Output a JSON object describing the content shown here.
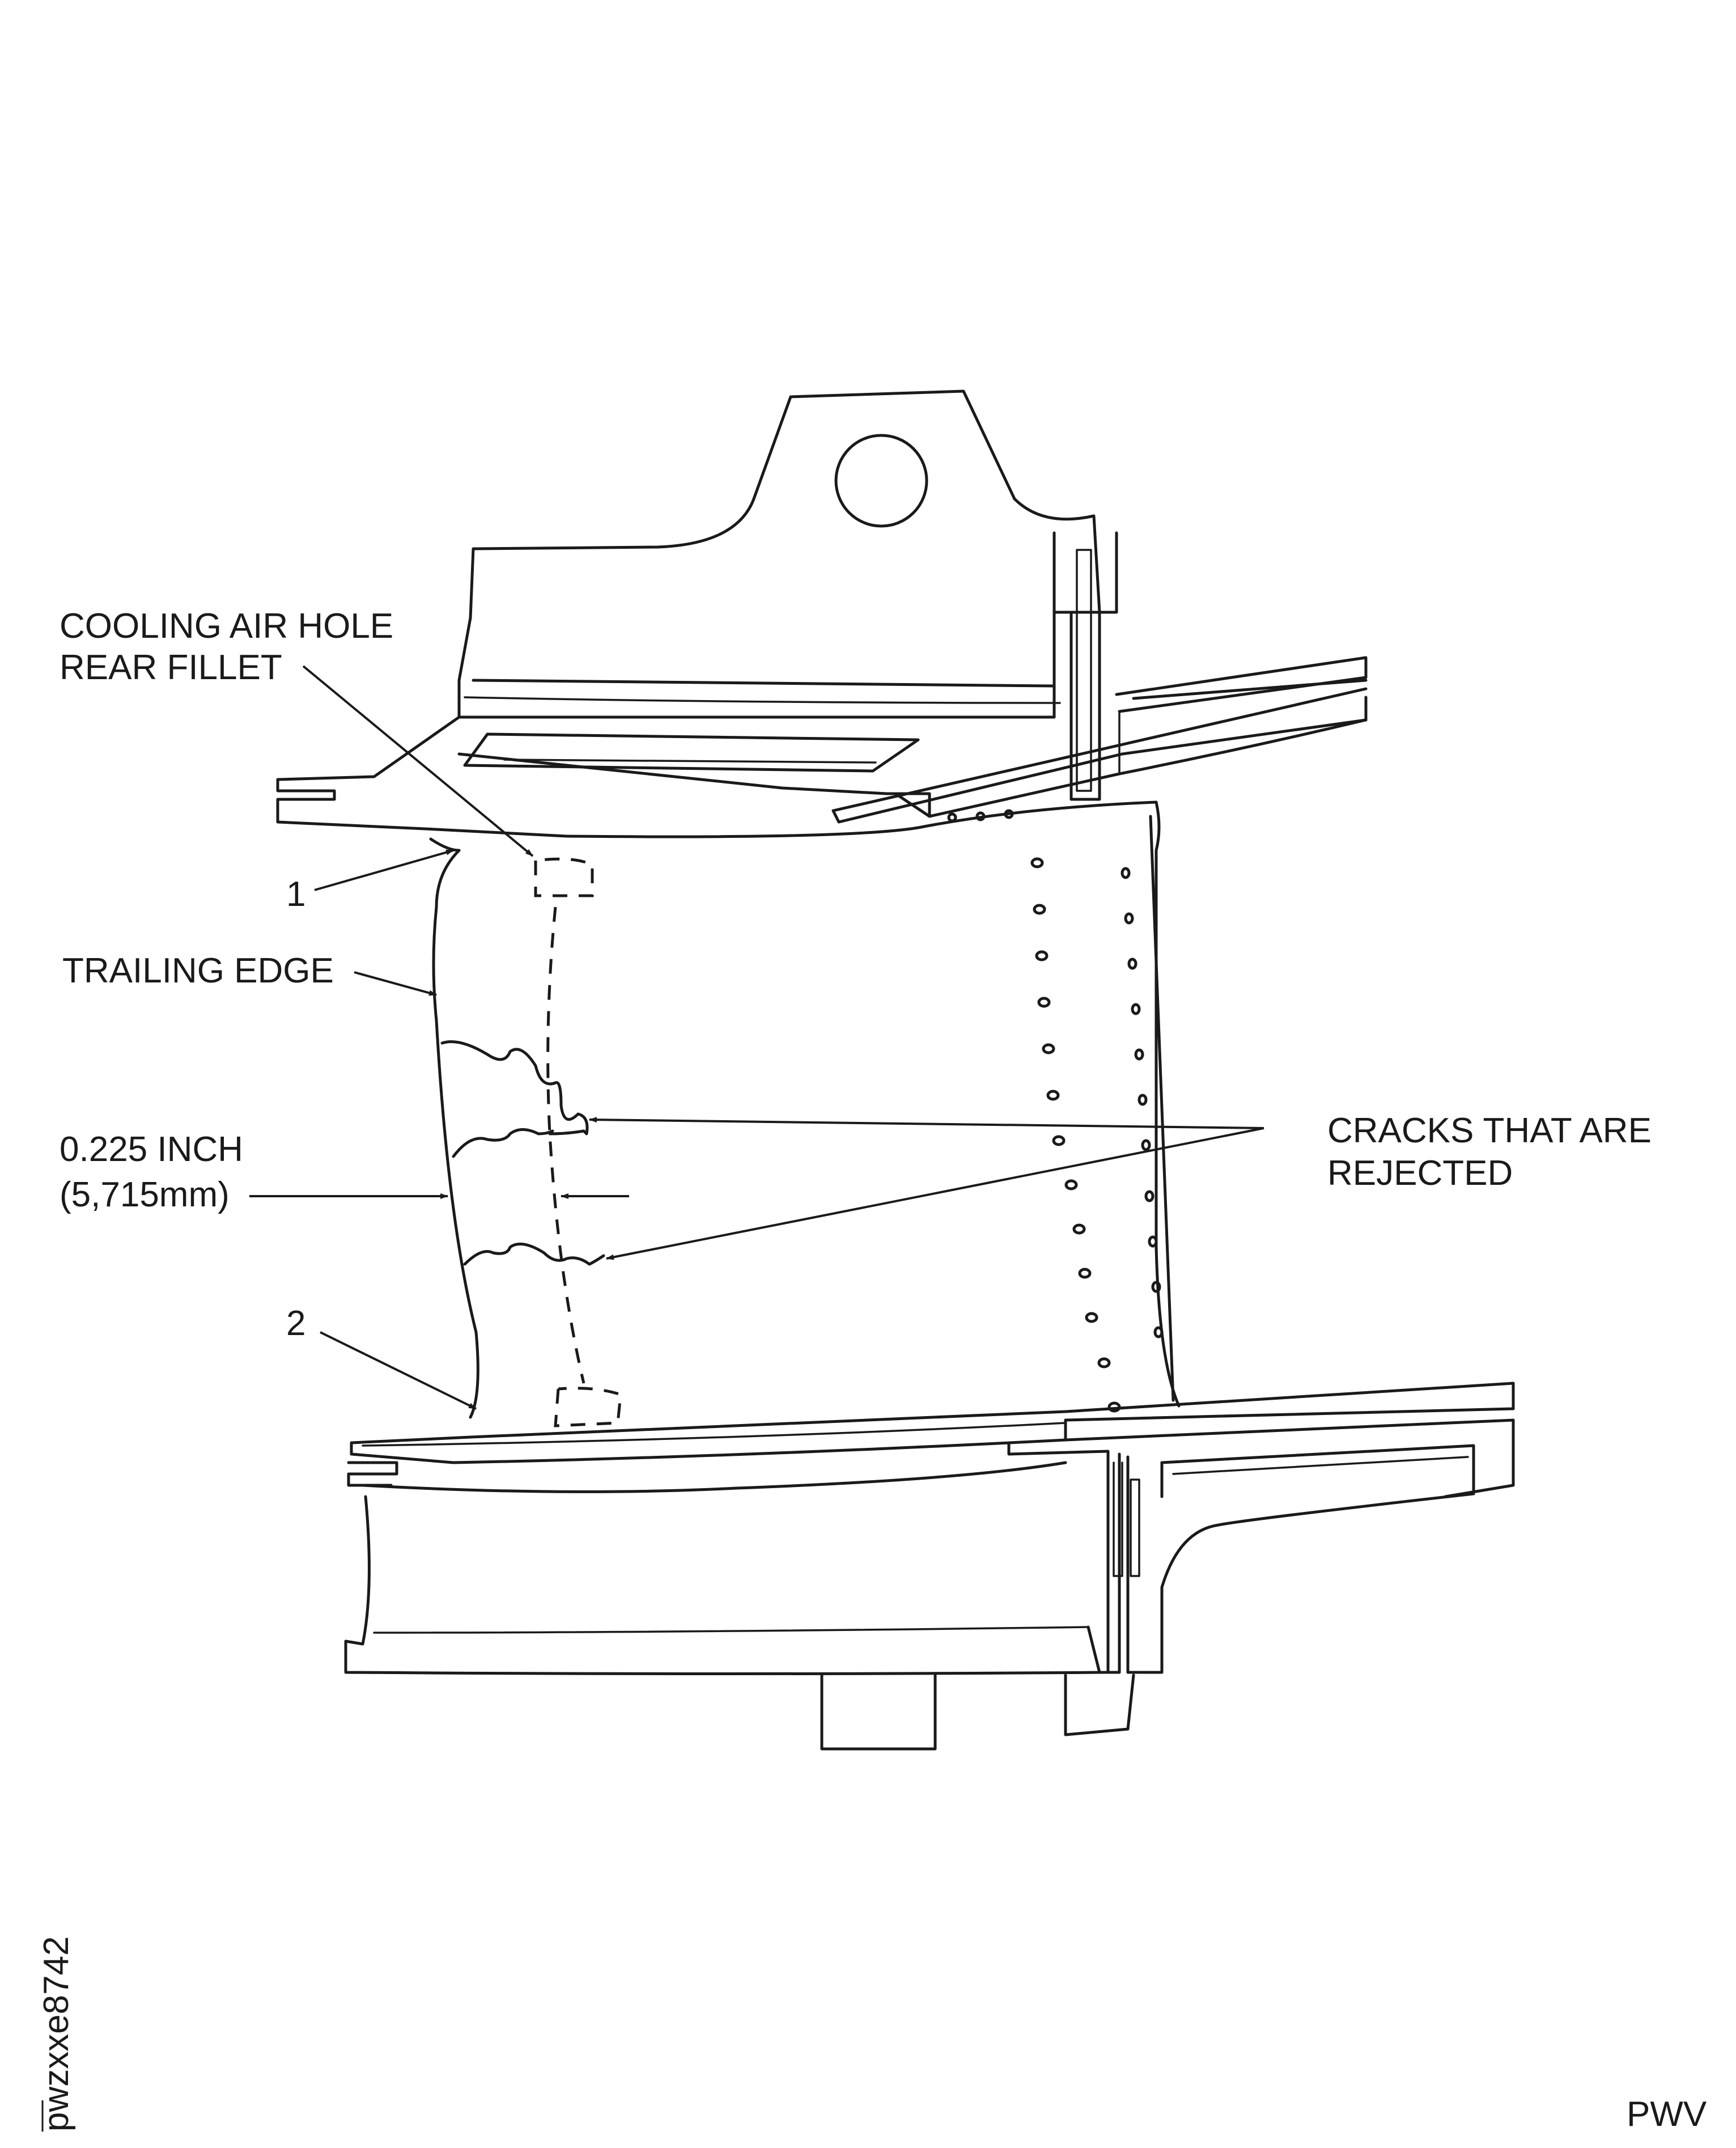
{
  "figure": {
    "callouts": {
      "cooling_air_hole_line1": "COOLING AIR HOLE",
      "cooling_air_hole_line2": "REAR FILLET",
      "point_1": "1",
      "point_2": "2",
      "trailing_edge": "TRAILING EDGE",
      "dimension_line1": "0.225 INCH",
      "dimension_line2": "(5,715mm)",
      "cracks_line1": "CRACKS THAT ARE",
      "cracks_line2": "REJECTED"
    },
    "figure_id": "pwzxxe8742",
    "source_tag": "PWV"
  }
}
